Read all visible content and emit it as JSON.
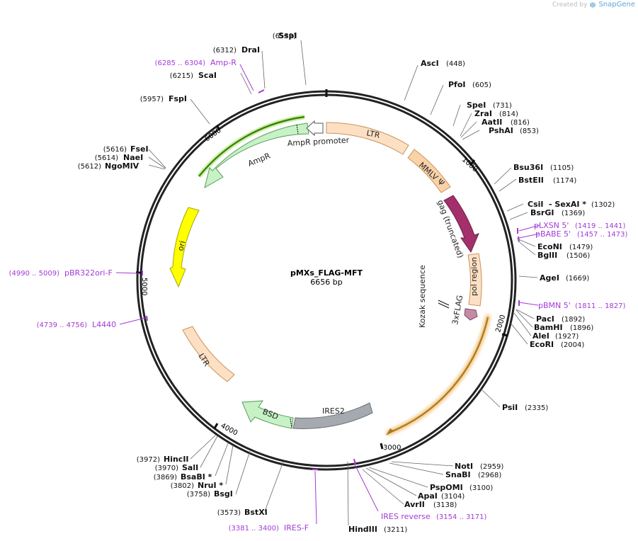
{
  "watermark": {
    "created_by": "Created by",
    "brand": "SnapGene",
    "icon": "snapgene-logo-icon"
  },
  "plasmid": {
    "name": "pMXs_FLAG-MFT",
    "length_label": "6656 bp"
  },
  "colors": {
    "backbone": "#222222",
    "ltr": "#fde0c4",
    "mmlv": "#f9d2a8",
    "gag": "#a3306a",
    "pol": "#fde0c4",
    "flag": "#c48aa6",
    "ires": "#a5aab0",
    "bsd": "#c6f2c6",
    "ampr": "#c6f2c6",
    "ori": "#ffff00",
    "insert_arc": "#cd9234",
    "ampr_arc": "#4d8c1c",
    "primer": "#a33ad6"
  },
  "ticks": [
    "1000",
    "2000",
    "3000",
    "4000",
    "5000",
    "6000"
  ],
  "features": [
    {
      "label": "LTR"
    },
    {
      "label": "MMLV Ψ"
    },
    {
      "label": "gag (truncated)"
    },
    {
      "label": "pol region"
    },
    {
      "label": "Kozak sequence"
    },
    {
      "label": "3xFLAG"
    },
    {
      "label": "IRES2"
    },
    {
      "label": "BSD"
    },
    {
      "label": "LTR"
    },
    {
      "label": "ori"
    },
    {
      "label": "AmpR"
    },
    {
      "label": "AmpR promoter"
    }
  ],
  "sites": [
    {
      "name": "SspI",
      "pos": "(6539)"
    },
    {
      "name": "DraI",
      "pos": "(6312)"
    },
    {
      "name": "ScaI",
      "pos": "(6215)"
    },
    {
      "name": "FspI",
      "pos": "(5957)"
    },
    {
      "name": "FseI",
      "pos": "(5616)"
    },
    {
      "name": "NaeI",
      "pos": "(5614)"
    },
    {
      "name": "NgoMIV",
      "pos": "(5612)"
    },
    {
      "name": "AscI",
      "pos": "(448)"
    },
    {
      "name": "PfoI",
      "pos": "(605)"
    },
    {
      "name": "SpeI",
      "pos": "(731)"
    },
    {
      "name": "ZraI",
      "pos": "(814)"
    },
    {
      "name": "AatII",
      "pos": "(816)"
    },
    {
      "name": "PshAI",
      "pos": "(853)"
    },
    {
      "name": "Bsu36I",
      "pos": "(1105)"
    },
    {
      "name": "BstEII",
      "pos": "(1174)"
    },
    {
      "name": "CsiI",
      "pos": ""
    },
    {
      "name": "- SexAI *",
      "pos": "(1302)"
    },
    {
      "name": "BsrGI",
      "pos": "(1369)"
    },
    {
      "name": "EcoNI",
      "pos": "(1479)"
    },
    {
      "name": "BglII",
      "pos": "(1506)"
    },
    {
      "name": "AgeI",
      "pos": "(1669)"
    },
    {
      "name": "PacI",
      "pos": "(1892)"
    },
    {
      "name": "BamHI",
      "pos": "(1896)"
    },
    {
      "name": "AleI",
      "pos": "(1927)"
    },
    {
      "name": "EcoRI",
      "pos": "(2004)"
    },
    {
      "name": "PsiI",
      "pos": "(2335)"
    },
    {
      "name": "NotI",
      "pos": "(2959)"
    },
    {
      "name": "SnaBI",
      "pos": "(2968)"
    },
    {
      "name": "PspOMI",
      "pos": "(3100)"
    },
    {
      "name": "ApaI",
      "pos": "(3104)"
    },
    {
      "name": "AvrII",
      "pos": "(3138)"
    },
    {
      "name": "HindIII",
      "pos": "(3211)"
    },
    {
      "name": "HincII",
      "pos": "(3972)"
    },
    {
      "name": "SalI",
      "pos": "(3970)"
    },
    {
      "name": "BsaBI *",
      "pos": "(3869)"
    },
    {
      "name": "NruI *",
      "pos": "(3802)"
    },
    {
      "name": "BsgI",
      "pos": "(3758)"
    },
    {
      "name": "BstXI",
      "pos": "(3573)"
    }
  ],
  "primers": [
    {
      "name": "Amp-R",
      "range": "(6285 .. 6304)"
    },
    {
      "name": "pLXSN 5'",
      "range": "(1419 .. 1441)"
    },
    {
      "name": "pBABE 5'",
      "range": "(1457 .. 1473)"
    },
    {
      "name": "pBMN 5'",
      "range": "(1811 .. 1827)"
    },
    {
      "name": "IRES reverse",
      "range": "(3154 .. 3171)"
    },
    {
      "name": "IRES-F",
      "range": "(3381 .. 3400)"
    },
    {
      "name": "L4440",
      "range": "(4739 .. 4756)"
    },
    {
      "name": "pBR322ori-F",
      "range": "(4990 .. 5009)"
    }
  ]
}
